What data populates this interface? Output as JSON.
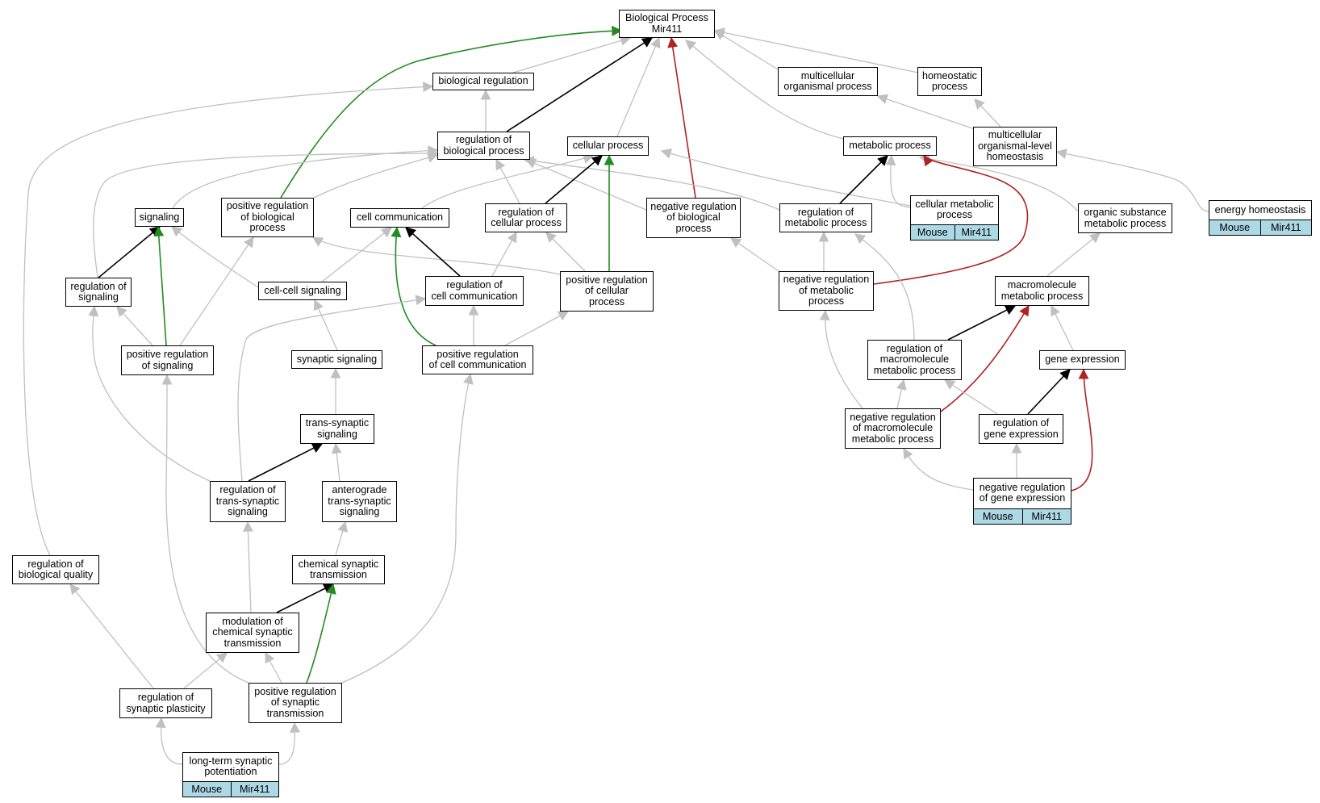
{
  "colors": {
    "is_a": "#c0c0c0",
    "part_of": "#000000",
    "positively_regulates": "#228b22",
    "negatively_regulates": "#b22222",
    "annotation": "#add8e6"
  },
  "nodes": {
    "bp": {
      "text": "Biological Process\nMir411"
    },
    "bioreg": {
      "text": "biological regulation"
    },
    "mcp": {
      "text": "multicellular\norganismal process"
    },
    "homeo": {
      "text": "homeostatic\nprocess"
    },
    "rbp": {
      "text": "regulation of\nbiological process"
    },
    "cellproc": {
      "text": "cellular process"
    },
    "metproc": {
      "text": "metabolic process"
    },
    "mcoh": {
      "text": "multicellular\norganismal-level\nhomeostasis"
    },
    "signaling": {
      "text": "signaling"
    },
    "prbp": {
      "text": "positive regulation\nof biological\nprocess"
    },
    "cellcomm": {
      "text": "cell communication"
    },
    "rcp": {
      "text": "regulation of\ncellular process"
    },
    "nrbp": {
      "text": "negative regulation\nof biological\nprocess"
    },
    "rmp": {
      "text": "regulation of\nmetabolic process"
    },
    "cmp": {
      "text": "cellular metabolic\nprocess",
      "ann": [
        "Mouse",
        "Mir411"
      ]
    },
    "osmp": {
      "text": "organic substance\nmetabolic process"
    },
    "energy": {
      "text": "energy homeostasis",
      "ann": [
        "Mouse",
        "Mir411"
      ]
    },
    "rsig": {
      "text": "regulation of\nsignaling"
    },
    "ccsig": {
      "text": "cell-cell signaling"
    },
    "rcc": {
      "text": "regulation of\ncell communication"
    },
    "prcp": {
      "text": "positive regulation\nof cellular\nprocess"
    },
    "nrmp": {
      "text": "negative regulation\nof metabolic\nprocess"
    },
    "mmp": {
      "text": "macromolecule\nmetabolic process"
    },
    "prsig": {
      "text": "positive regulation\nof signaling"
    },
    "synsig": {
      "text": "synaptic signaling"
    },
    "prcc": {
      "text": "positive regulation\nof cell communication"
    },
    "rmmp": {
      "text": "regulation of\nmacromolecule\nmetabolic process"
    },
    "geneexp": {
      "text": "gene expression"
    },
    "tss": {
      "text": "trans-synaptic\nsignaling"
    },
    "nrmmp": {
      "text": "negative regulation\nof macromolecule\nmetabolic process"
    },
    "rge": {
      "text": "regulation of\ngene expression"
    },
    "rtss": {
      "text": "regulation of\ntrans-synaptic\nsignaling"
    },
    "atss": {
      "text": "anterograde\ntrans-synaptic\nsignaling"
    },
    "nrge": {
      "text": "negative regulation\nof gene expression",
      "ann": [
        "Mouse",
        "Mir411"
      ]
    },
    "rbq": {
      "text": "regulation of\nbiological quality"
    },
    "cst": {
      "text": "chemical synaptic\ntransmission"
    },
    "mcst": {
      "text": "modulation of\nchemical synaptic\ntransmission"
    },
    "rsp": {
      "text": "regulation of\nsynaptic plasticity"
    },
    "prst": {
      "text": "positive regulation\nof synaptic\ntransmission"
    },
    "ltp": {
      "text": "long-term synaptic\npotentiation",
      "ann": [
        "Mouse",
        "Mir411"
      ]
    }
  }
}
